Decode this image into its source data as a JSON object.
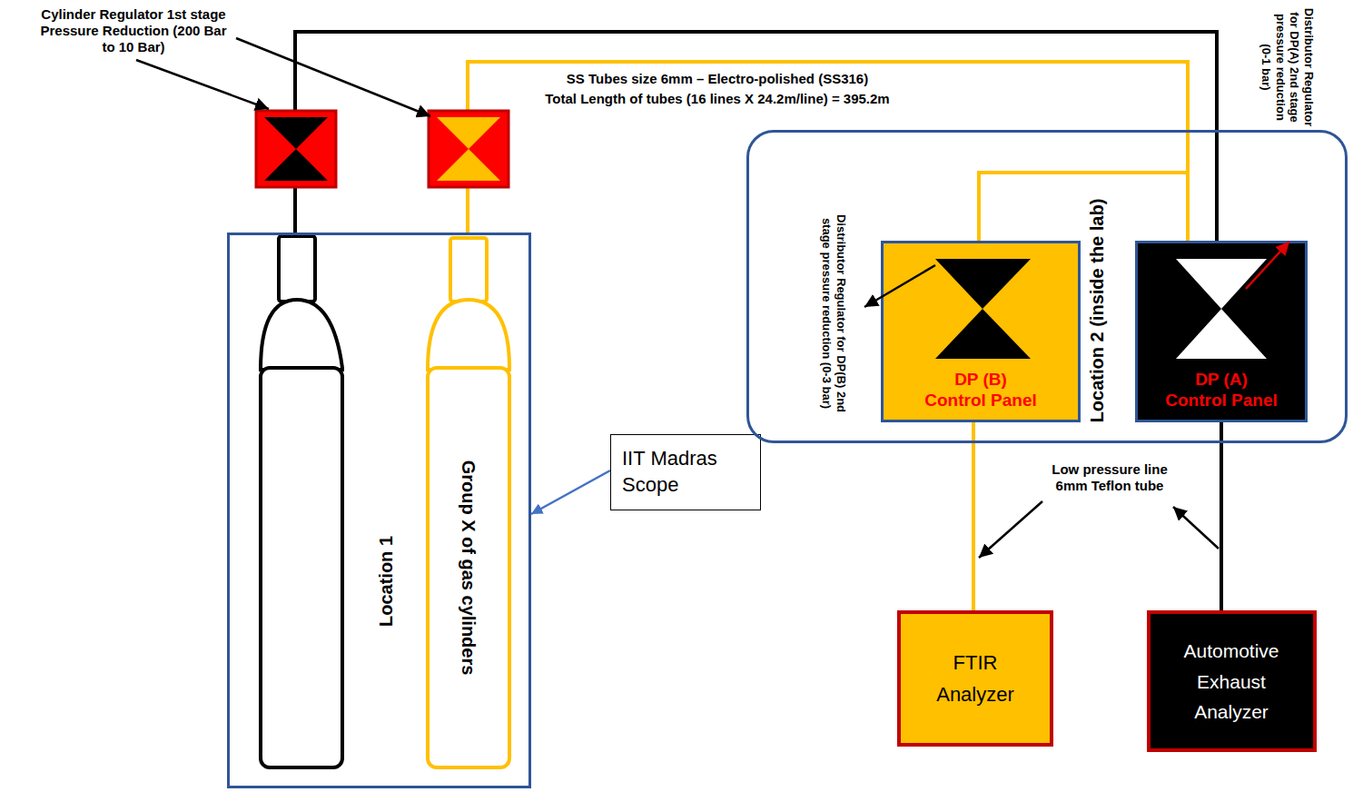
{
  "diagram": {
    "nodes": [
      {
        "text": [
          "Location 1",
          "Group X of gas cylinders"
        ]
      },
      {
        "text": [
          "IIT Madras Scope"
        ]
      },
      {
        "text": [
          "Location 2 (inside the lab)"
        ]
      },
      {
        "text": [
          "DP (B) Control Panel"
        ],
        "in": 2
      },
      {
        "text": [
          "DP (A) Control Panel"
        ],
        "in": 2
      },
      {
        "text": [
          "FTIR Analyzer"
        ]
      },
      {
        "text": [
          "Automotive Exhaust Analyzer"
        ]
      }
    ],
    "edges": [
      {
        "from": 0,
        "to": 4,
        "arrow": "none"
      },
      {
        "from": 0,
        "to": 3,
        "arrow": "none"
      },
      {
        "from": 0,
        "to": 4,
        "arrow": "none"
      },
      {
        "from": 3,
        "to": 5,
        "arrow": "none"
      },
      {
        "from": 4,
        "to": 6,
        "arrow": "none"
      },
      {
        "from": 1,
        "to": 0,
        "arrow": "to"
      }
    ],
    "labels": [
      "Cylinder Regulator 1st stage Pressure Reduction (200 Bar to 10 Bar)",
      "SS Tubes size 6mm – Electro-polished (SS316)",
      "Total Length of tubes (16 lines X 24.2m/line) = 395.2m",
      "Distributor Regulator for DP(B) 2nd stage pressure reduction (0-3 bar)",
      "Distributor Regulator for DP(A) 2nd stage pressure reduction (0-1 bar)",
      "Low pressure line 6mm Teflon tube"
    ]
  }
}
